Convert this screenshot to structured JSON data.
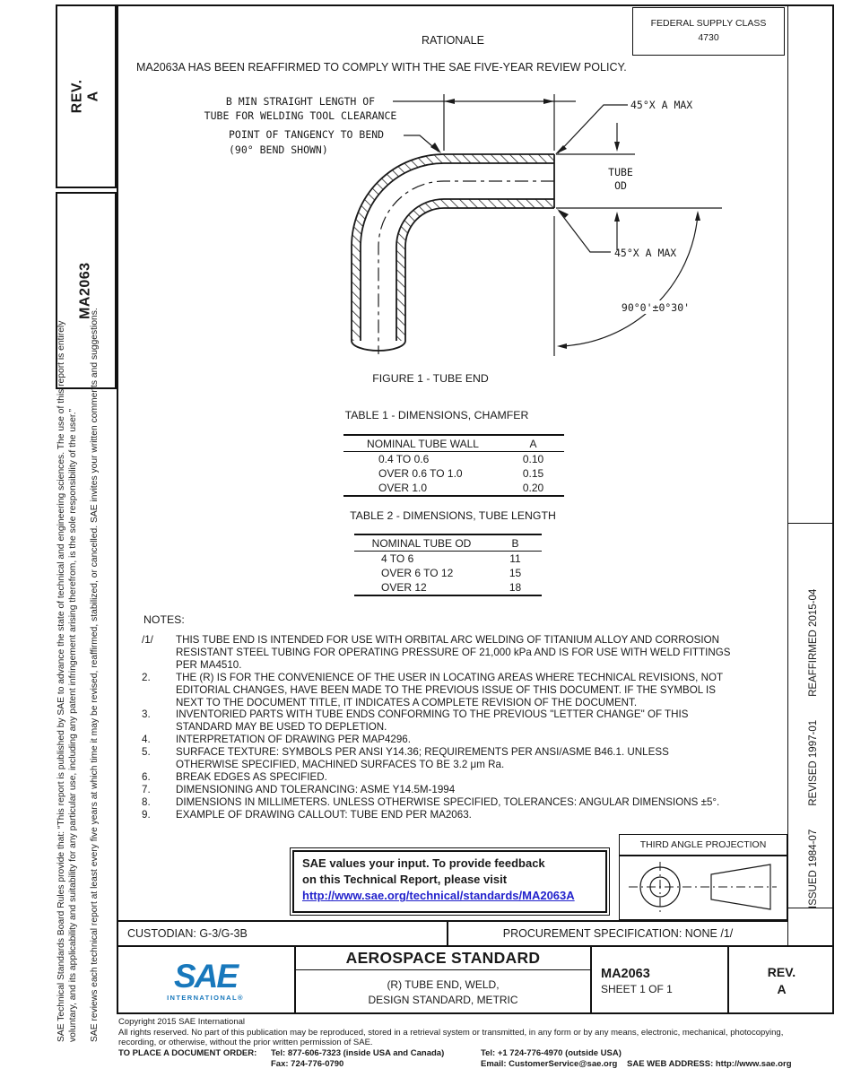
{
  "colors": {
    "ink": "#1a1a1a",
    "link_blue": "#2222cc",
    "sae_blue": "#1878bc"
  },
  "sidebar_left": {
    "rev_label": "REV.",
    "rev_value": "A",
    "doc_number": "MA2063",
    "disclaimer_p1": "SAE Technical Standards Board Rules provide that: “This report is published by SAE to advance the state of technical and engineering sciences. The use of this report is entirely\nvoluntary, and its applicability and suitability for any particular use, including any patent infringement arising therefrom, is the sole responsibility of the user.”",
    "disclaimer_p2": "SAE reviews each technical report at least every five years at which time it may be revised, reaffirmed, stabilized, or cancelled. SAE invites your written comments and suggestions."
  },
  "sidebar_right": {
    "issued": "ISSUED 1984-07",
    "revised": "REVISED 1997-01",
    "reaffirmed": "REAFFIRMED 2015-04"
  },
  "header": {
    "fsc_label": "FEDERAL SUPPLY CLASS",
    "fsc_value": "4730",
    "rationale_title": "RATIONALE",
    "rationale_text": "MA2063A HAS BEEN REAFFIRMED TO COMPLY WITH THE SAE FIVE-YEAR REVIEW POLICY."
  },
  "figure": {
    "caption": "FIGURE 1 - TUBE END",
    "label_b_line1": "B MIN STRAIGHT LENGTH OF",
    "label_b_line2": "TUBE FOR WELDING TOOL CLEARANCE",
    "label_tangency_line1": "POINT OF TANGENCY TO BEND",
    "label_tangency_line2": "(90° BEND SHOWN)",
    "label_chamfer_top": "45°X A MAX",
    "label_chamfer_bottom": "45°X A MAX",
    "label_tube": "TUBE",
    "label_od": "OD",
    "label_angle": "90°0'±0°30'"
  },
  "table1": {
    "caption": "TABLE 1 - DIMENSIONS, CHAMFER",
    "col1": "NOMINAL TUBE WALL",
    "col2": "A",
    "rows": [
      {
        "c1": "0.4 TO 0.6",
        "c2": "0.10"
      },
      {
        "c1": "OVER 0.6 TO 1.0",
        "c2": "0.15"
      },
      {
        "c1": "OVER 1.0",
        "c2": "0.20"
      }
    ]
  },
  "table2": {
    "caption": "TABLE 2 - DIMENSIONS, TUBE LENGTH",
    "col1": "NOMINAL TUBE OD",
    "col2": "B",
    "rows": [
      {
        "c1": "4 TO 6",
        "c2": "11"
      },
      {
        "c1": "OVER 6 TO 12",
        "c2": "15"
      },
      {
        "c1": "OVER 12",
        "c2": "18"
      }
    ]
  },
  "notes": {
    "heading": "NOTES:",
    "items": [
      {
        "num": "/1/",
        "text": "THIS TUBE END IS INTENDED FOR USE WITH ORBITAL ARC WELDING OF TITANIUM ALLOY AND CORROSION\nRESISTANT STEEL TUBING FOR OPERATING PRESSURE OF 21,000 kPa AND IS FOR USE WITH WELD FITTINGS\nPER MA4510."
      },
      {
        "num": "2.",
        "text": "THE (R) IS FOR THE CONVENIENCE OF THE USER IN LOCATING AREAS WHERE TECHNICAL REVISIONS, NOT\nEDITORIAL CHANGES, HAVE BEEN MADE TO THE PREVIOUS ISSUE OF THIS DOCUMENT.  IF THE SYMBOL IS\nNEXT TO THE DOCUMENT TITLE, IT INDICATES A COMPLETE REVISION OF THE DOCUMENT."
      },
      {
        "num": "3.",
        "text": "INVENTORIED PARTS WITH TUBE ENDS CONFORMING TO THE PREVIOUS \"LETTER CHANGE\" OF THIS\nSTANDARD MAY BE USED TO DEPLETION."
      },
      {
        "num": "4.",
        "text": "INTERPRETATION OF DRAWING PER MAP4296."
      },
      {
        "num": "5.",
        "text": "SURFACE TEXTURE:  SYMBOLS PER ANSI Y14.36; REQUIREMENTS PER ANSI/ASME B46.1.  UNLESS\nOTHERWISE SPECIFIED, MACHINED SURFACES TO BE 3.2 μm Ra."
      },
      {
        "num": "6.",
        "text": "BREAK EDGES AS SPECIFIED."
      },
      {
        "num": "7.",
        "text": "DIMENSIONING AND TOLERANCING:  ASME Y14.5M-1994"
      },
      {
        "num": "8.",
        "text": "DIMENSIONS IN MILLIMETERS.  UNLESS OTHERWISE SPECIFIED, TOLERANCES:  ANGULAR DIMENSIONS ±5°."
      },
      {
        "num": "9.",
        "text": "EXAMPLE OF DRAWING CALLOUT:  TUBE END PER MA2063."
      }
    ]
  },
  "feedback": {
    "line1": "SAE values your input. To provide feedback",
    "line2": "on this Technical Report, please visit",
    "link": "http://www.sae.org/technical/standards/MA2063A"
  },
  "projection": {
    "label": "THIRD ANGLE PROJECTION"
  },
  "title_block": {
    "custodian": "CUSTODIAN: G-3/G-3B",
    "procurement": "PROCUREMENT SPECIFICATION: NONE /1/",
    "logo_text": "SAE",
    "logo_sub": "INTERNATIONAL®",
    "standard_type": "AEROSPACE STANDARD",
    "subtitle_line1": "(R) TUBE END, WELD,",
    "subtitle_line2": "DESIGN STANDARD, METRIC",
    "doc_number": "MA2063",
    "sheet": "SHEET 1 OF 1",
    "rev_label": "REV.",
    "rev_value": "A"
  },
  "copyright": {
    "line1": "Copyright 2015 SAE International",
    "line2": "All rights reserved. No part of this publication may be reproduced, stored in a retrieval system or transmitted, in any form or by any means, electronic, mechanical, photocopying,",
    "line3": "recording, or otherwise, without the prior written permission of SAE.",
    "order_label": "TO PLACE A DOCUMENT ORDER:",
    "tel1": "Tel: 877-606-7323 (inside USA and Canada)",
    "tel2": "Tel: +1 724-776-4970 (outside USA)",
    "fax": "Fax: 724-776-0790",
    "email": "Email: CustomerService@sae.org",
    "web": "SAE WEB ADDRESS: http://www.sae.org"
  }
}
